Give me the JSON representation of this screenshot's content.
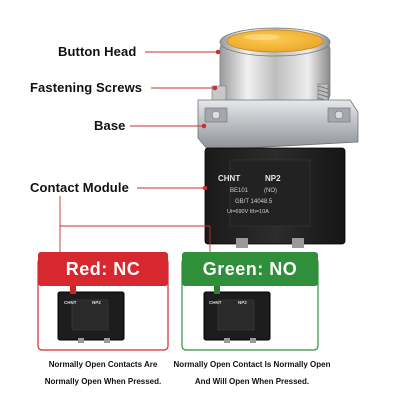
{
  "labels": {
    "button_head": "Button Head",
    "fastening_screws": "Fastening Screws",
    "base": "Base",
    "contact_module": "Contact Module"
  },
  "product_markings": {
    "brand": "CHNT",
    "model": "NP2",
    "part_no": "BE101",
    "contact_type": "(NO)",
    "standard": "GB/T 14048.5",
    "rating": "Ui=690V  Ith=10A"
  },
  "variants": [
    {
      "badge": "Red: NC",
      "badge_color": "#d7282f",
      "caption_line1": "Normally Open Contacts Are",
      "caption_line2": "Normally Open When Pressed."
    },
    {
      "badge": "Green: NO",
      "badge_color": "#2f8f3a",
      "caption_line1": "Normally Open Contact Is Normally Open",
      "caption_line2": "And Will Open When Pressed."
    }
  ],
  "colors": {
    "button_face": "#f6b93b",
    "leader_red": "#c9302c",
    "panel_red": "#d7282f",
    "panel_green": "#2f8f3a"
  }
}
